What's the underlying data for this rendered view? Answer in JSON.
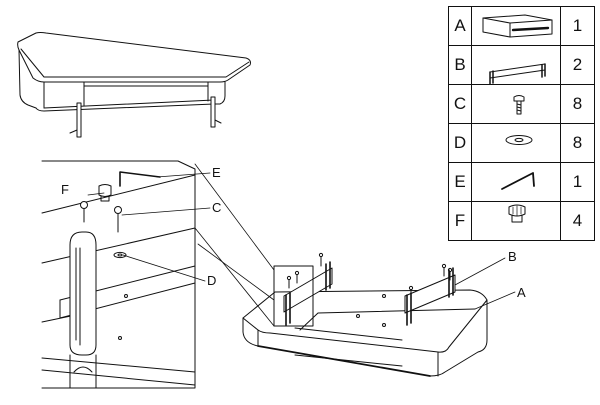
{
  "parts": [
    {
      "letter": "A",
      "qty": "1",
      "icon": "table-body-icon"
    },
    {
      "letter": "B",
      "qty": "2",
      "icon": "rail-bracket-icon"
    },
    {
      "letter": "C",
      "qty": "8",
      "icon": "screw-icon"
    },
    {
      "letter": "D",
      "qty": "8",
      "icon": "washer-icon"
    },
    {
      "letter": "E",
      "qty": "1",
      "icon": "allen-key-icon"
    },
    {
      "letter": "F",
      "qty": "4",
      "icon": "foot-pad-icon"
    }
  ],
  "callouts": {
    "detail_e": "E",
    "detail_f": "F",
    "detail_c": "C",
    "detail_d": "D",
    "main_b": "B",
    "main_a": "A"
  }
}
